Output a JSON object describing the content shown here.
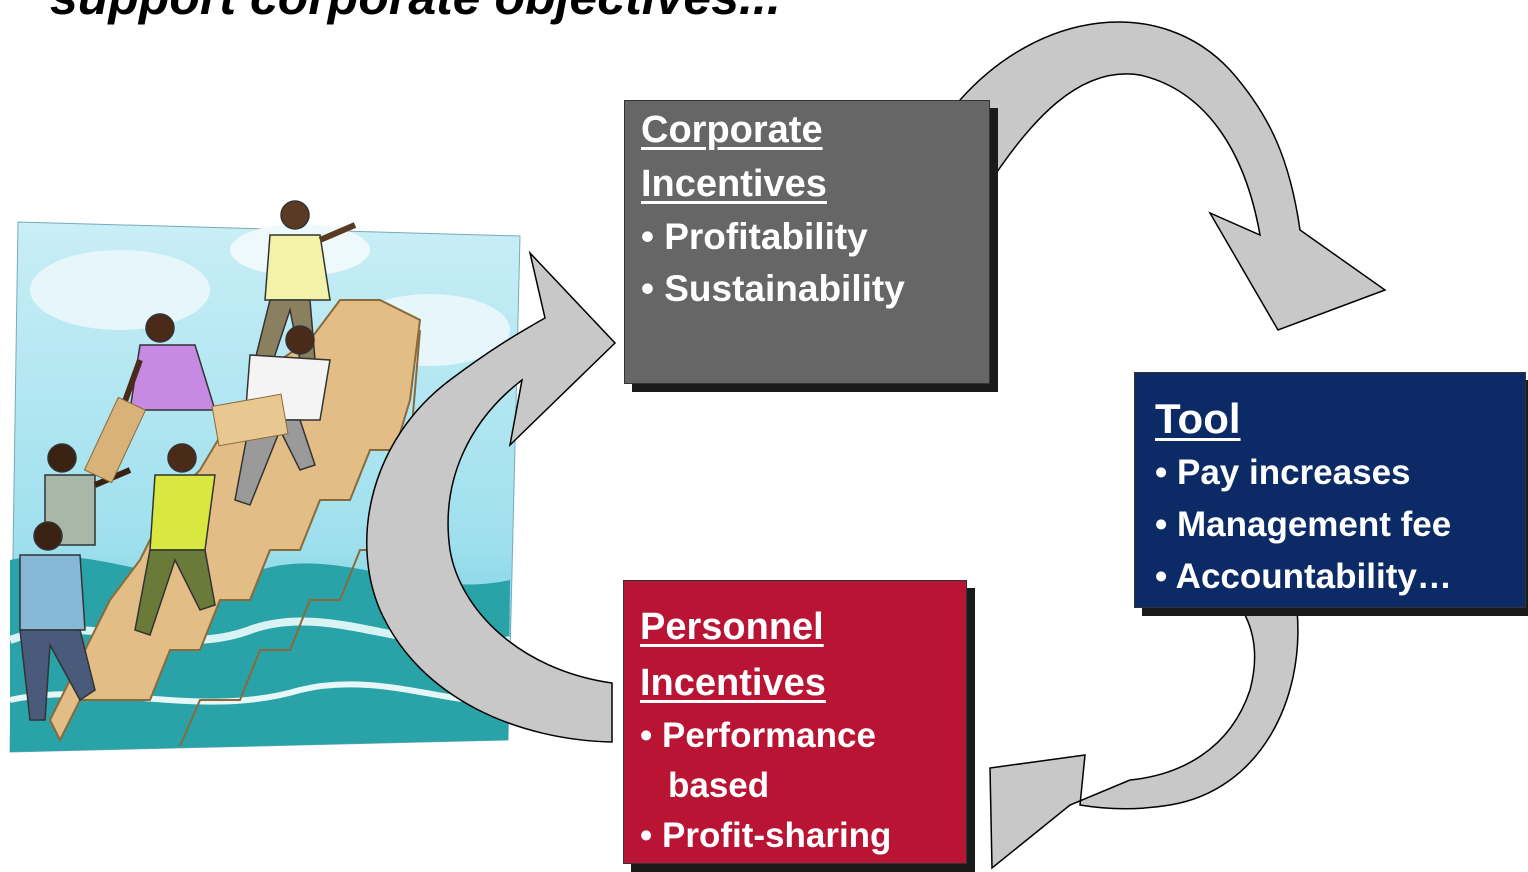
{
  "heading": "support corporate objectives...",
  "corporate": {
    "title_line1": "Corporate",
    "title_line2": "Incentives",
    "items": [
      "• Profitability",
      "• Sustainability"
    ],
    "color": "#666666"
  },
  "tool": {
    "title": "Tool",
    "items": [
      "• Pay increases",
      "• Management fee",
      "• Accountability…"
    ],
    "color": "#0b2a66"
  },
  "personnel": {
    "title_line1": "Personnel",
    "title_line2": "Incentives",
    "items": [
      "• Performance",
      "based",
      "• Profit-sharing"
    ],
    "color": "#b91434"
  },
  "arrow_color": "#c8c8c8",
  "illustration": "people-climbing-stairs-clipart"
}
